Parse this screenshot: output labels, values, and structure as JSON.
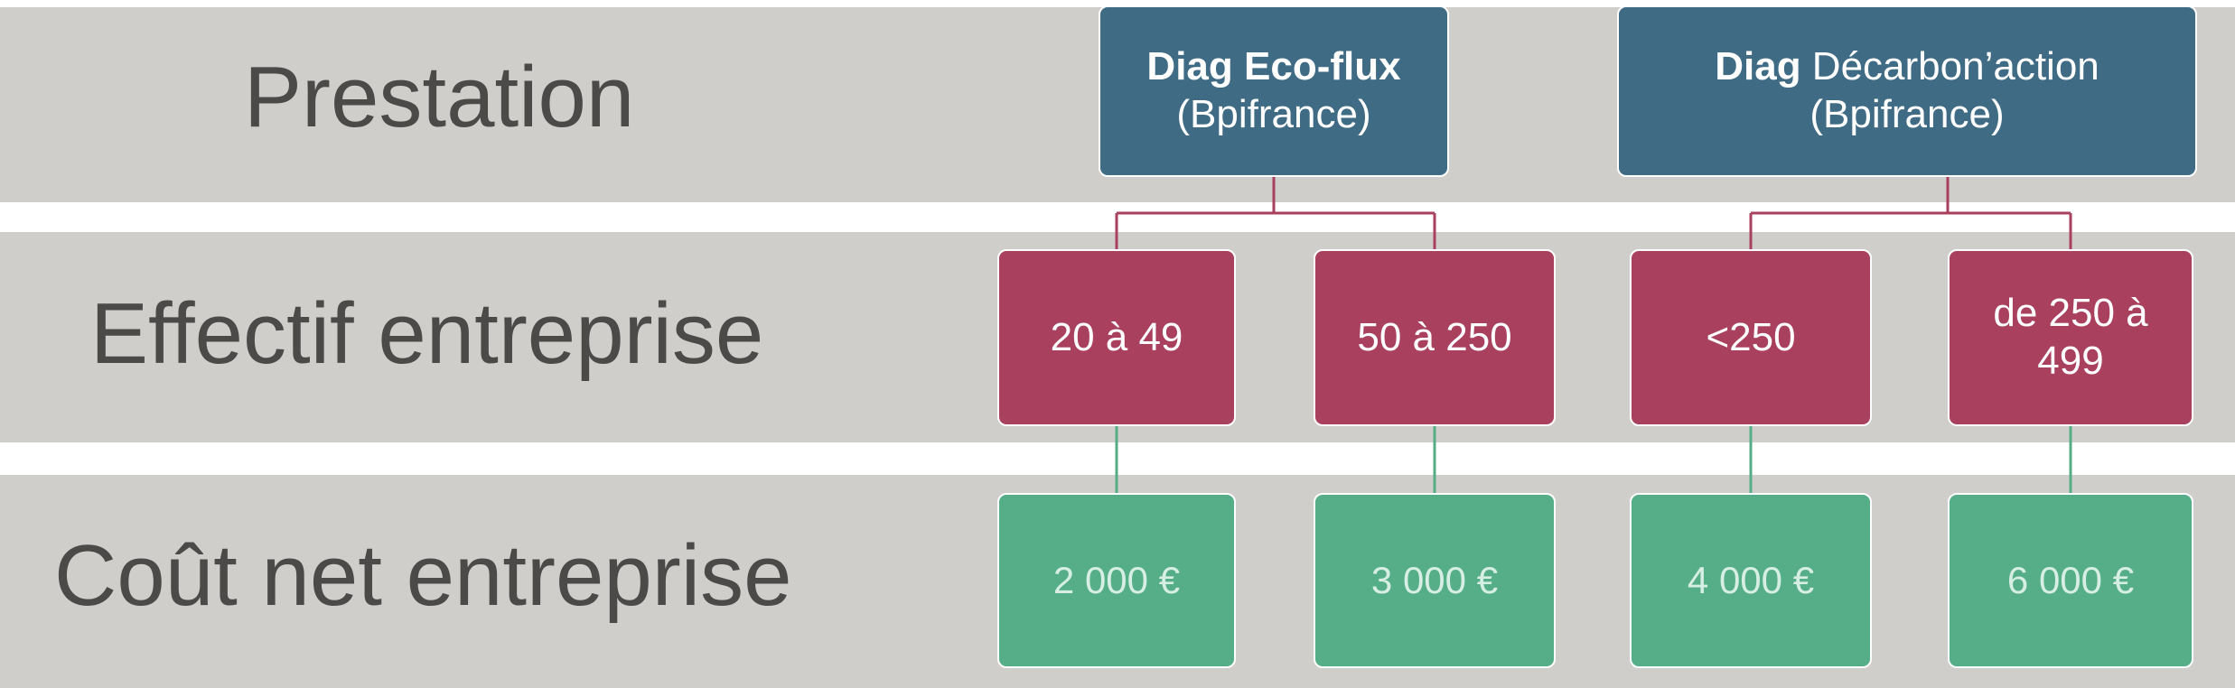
{
  "rows": [
    {
      "label": "Prestation"
    },
    {
      "label": "Effectif entreprise"
    },
    {
      "label": "Coût net entreprise"
    }
  ],
  "prestations": [
    {
      "line1_bold": "Diag Eco-flux",
      "line1_rest": "",
      "line2": "(Bpifrance)"
    },
    {
      "line1_bold": "Diag",
      "line1_rest": " Décarbon’action",
      "line2": "(Bpifrance)"
    }
  ],
  "effectifs": [
    "20 à 49",
    "50 à 250",
    "<250",
    "de 250 à 499"
  ],
  "couts": [
    "2 000 €",
    "3 000 €",
    "4 000 €",
    "6 000 €"
  ],
  "colors": {
    "band": "#cfceca",
    "prestation_box": "#3f6b85",
    "effectif_box": "#a8405e",
    "cout_box": "#55ae87",
    "connector_red": "#a8405e",
    "connector_green": "#55ae87"
  }
}
